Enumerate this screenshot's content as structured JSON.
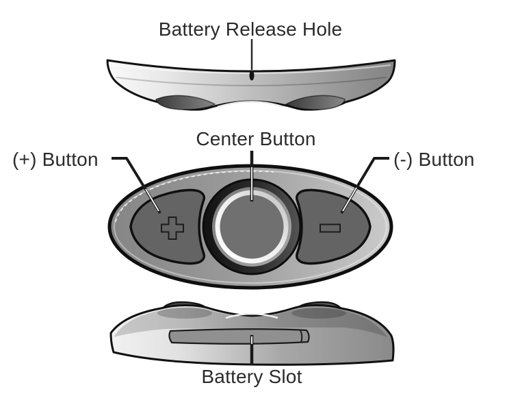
{
  "figure": {
    "type": "device-diagram",
    "labels": {
      "battery_release_hole": "Battery Release Hole",
      "center_button": "Center Button",
      "plus_button": "(+) Button",
      "minus_button": "(-) Button",
      "battery_slot": "Battery Slot"
    },
    "icons": {
      "plus_glyph": "+",
      "minus_glyph": "−"
    },
    "colors": {
      "background": "#ffffff",
      "label_text": "#2b2b2b",
      "outline": "#111111",
      "pad_body_light": "#cbcbcb",
      "pad_body_dark": "#858585",
      "button_fill": "#646464",
      "recess_dark": "#121212",
      "ring_highlight": "#ffffff",
      "cover_light": "#fafafa",
      "cover_dark": "#838383",
      "slot_fill": "#909090"
    }
  }
}
